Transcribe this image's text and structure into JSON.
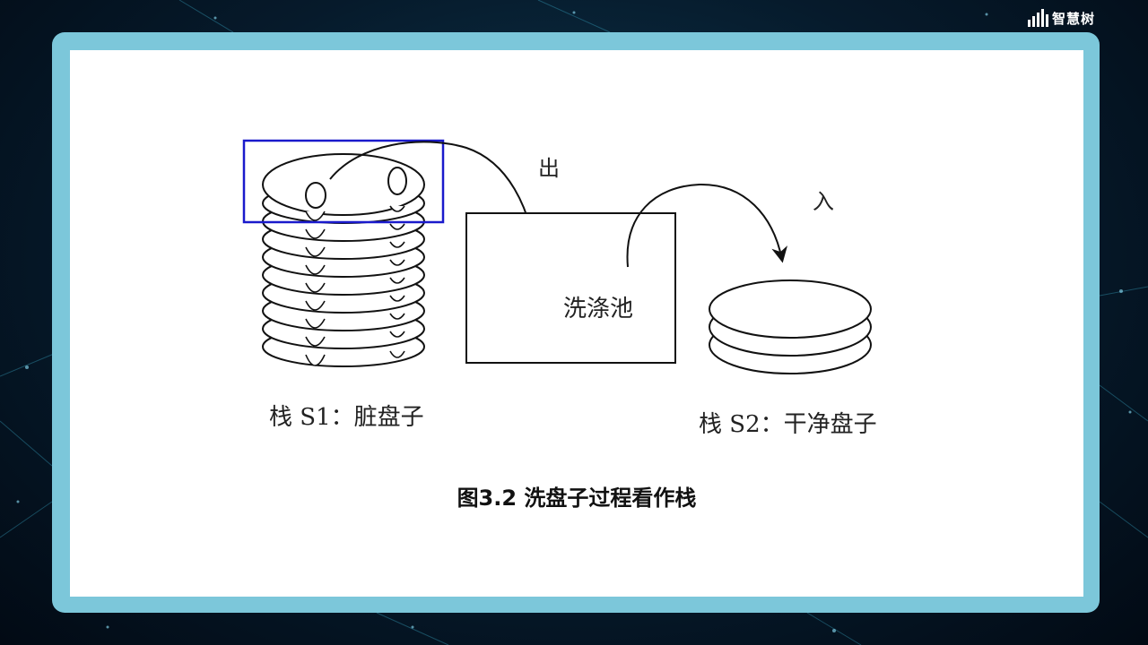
{
  "logo": {
    "text": "智慧树"
  },
  "diagram": {
    "label_out": "出",
    "label_in": "入",
    "pool_label": "洗涤池",
    "stack1_label": "栈 S1：脏盘子",
    "stack2_label": "栈 S2：干净盘子"
  },
  "caption": "图3.2 洗盘子过程看作栈",
  "colors": {
    "frame": "#7cc7da",
    "highlight_box": "#1a1acc",
    "ink": "#111111",
    "panel": "#ffffff"
  },
  "icons": [
    "logo-bars-icon",
    "arrow-out-icon",
    "arrow-in-icon"
  ]
}
